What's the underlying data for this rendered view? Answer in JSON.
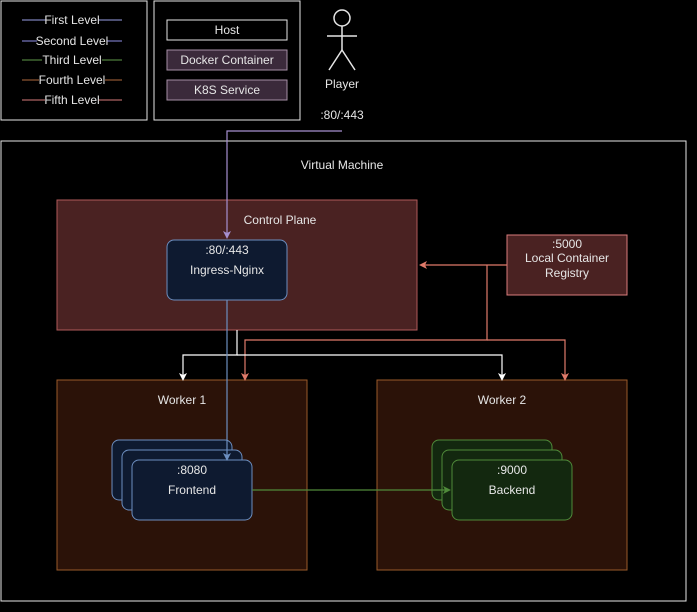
{
  "legend": {
    "levels": [
      {
        "label": "First Level",
        "color": "#9aa0e6"
      },
      {
        "label": "Second Level",
        "color": "#8f8fe8"
      },
      {
        "label": "Third Level",
        "color": "#5f9a4a"
      },
      {
        "label": "Fourth Level",
        "color": "#b06a3e"
      },
      {
        "label": "Fifth Level",
        "color": "#d97c7c"
      }
    ],
    "types": [
      {
        "label": "Host",
        "fill": "#000000",
        "stroke": "#e6e6e6"
      },
      {
        "label": "Docker Container",
        "fill": "#3b2a3b",
        "stroke": "#a68fa6"
      },
      {
        "label": "K8S Service",
        "fill": "#3b2a3b",
        "stroke": "#a68fa6"
      }
    ]
  },
  "player": {
    "label": "Player",
    "port": ":80/:443"
  },
  "vm": {
    "label": "Virtual Machine"
  },
  "control_plane": {
    "label": "Control Plane"
  },
  "ingress": {
    "port": ":80/:443",
    "label": "Ingress-Nginx"
  },
  "registry": {
    "port": ":5000",
    "line1": "Local Container",
    "line2": "Registry"
  },
  "worker1": {
    "label": "Worker 1"
  },
  "worker2": {
    "label": "Worker 2"
  },
  "frontend": {
    "port": ":8080",
    "label": "Frontend"
  },
  "backend": {
    "port": ":9000",
    "label": "Backend"
  },
  "colors": {
    "control_plane_fill": "#4a2222",
    "control_plane_stroke": "#b05a5a",
    "worker_fill": "#2b1208",
    "worker_stroke": "#9a5a2a",
    "service_fill": "#0e1a30",
    "service_stroke": "#6c8ebf",
    "backend_fill": "#13280f",
    "backend_stroke": "#4f8a3a",
    "red_arrow": "#e07a6a",
    "white_arrow": "#ffffff",
    "purple_arrow": "#a68fd0"
  }
}
